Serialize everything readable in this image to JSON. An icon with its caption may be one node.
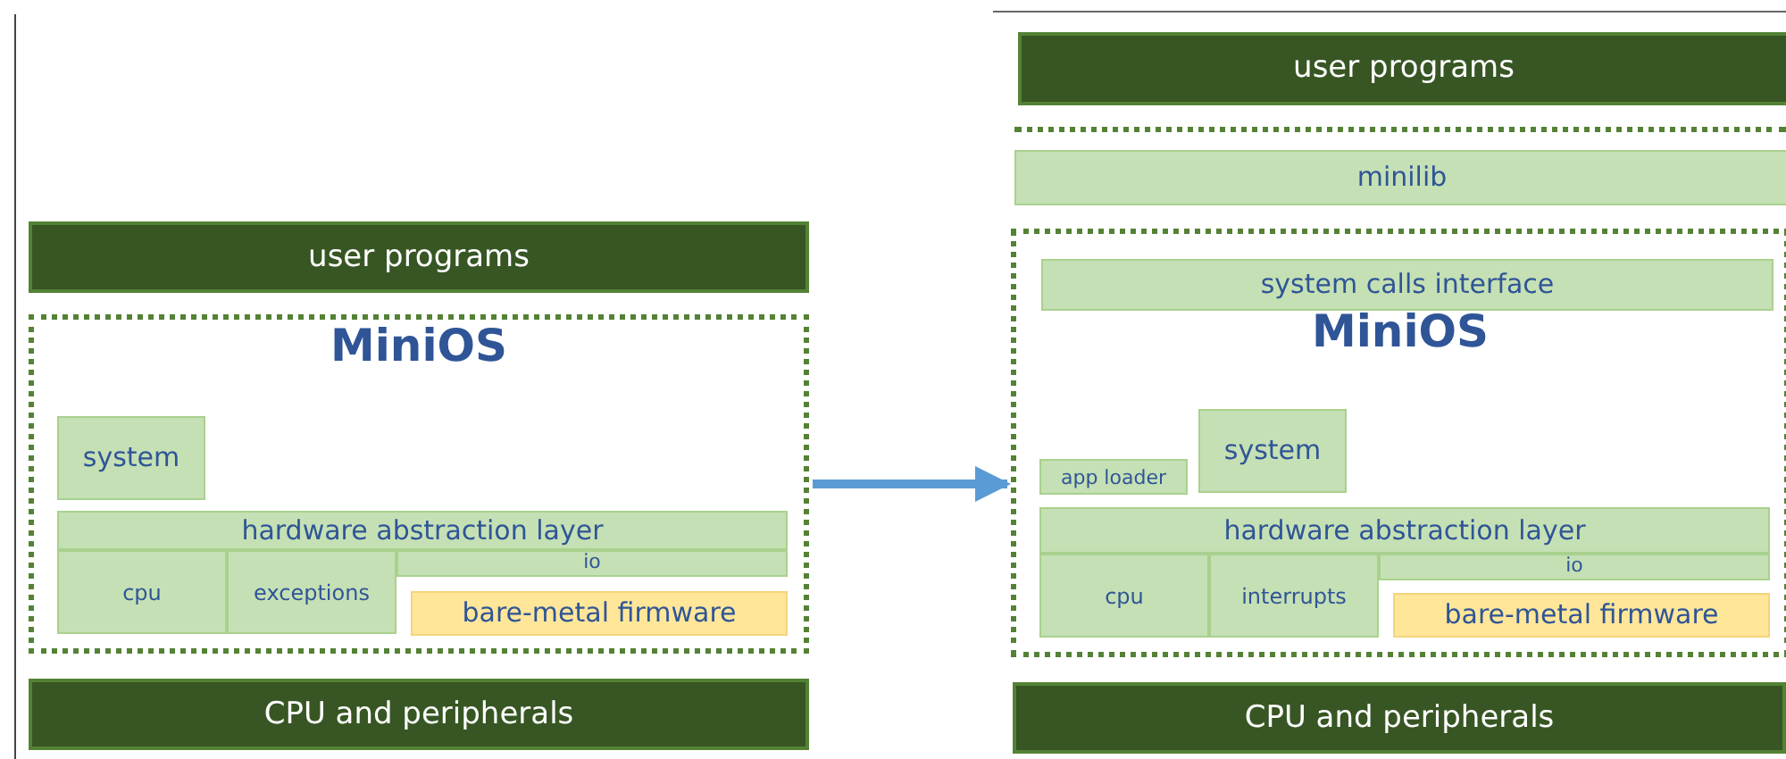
{
  "diagram": {
    "nodes": [
      {
        "text": [
          "user programs"
        ]
      },
      {
        "text": [
          "MiniOS"
        ]
      },
      {
        "text": [
          "system"
        ],
        "in": 1
      },
      {
        "text": [
          "hardware abstraction layer"
        ],
        "in": 1
      },
      {
        "text": [
          "cpu"
        ],
        "in": 1
      },
      {
        "text": [
          "exceptions"
        ],
        "in": 1
      },
      {
        "text": [
          "io"
        ],
        "in": 1
      },
      {
        "text": [
          "bare-metal firmware"
        ],
        "in": 1
      },
      {
        "text": [
          "CPU and peripherals"
        ]
      },
      {
        "text": [
          "user programs"
        ]
      },
      {
        "text": [
          "minilib"
        ]
      },
      {
        "text": [
          "MiniOS"
        ]
      },
      {
        "text": [
          "system calls interface"
        ],
        "in": 11
      },
      {
        "text": [
          "app loader"
        ],
        "in": 11
      },
      {
        "text": [
          "system"
        ],
        "in": 11
      },
      {
        "text": [
          "hardware abstraction layer"
        ],
        "in": 11
      },
      {
        "text": [
          "cpu"
        ],
        "in": 11
      },
      {
        "text": [
          "interrupts"
        ],
        "in": 11
      },
      {
        "text": [
          "io"
        ],
        "in": 11
      },
      {
        "text": [
          "bare-metal firmware"
        ],
        "in": 11
      },
      {
        "text": [
          "CPU and peripherals"
        ]
      }
    ],
    "edges": [
      {
        "from": 1,
        "to": 11,
        "arrow": "to",
        "color": "#5b9bd5"
      }
    ]
  }
}
